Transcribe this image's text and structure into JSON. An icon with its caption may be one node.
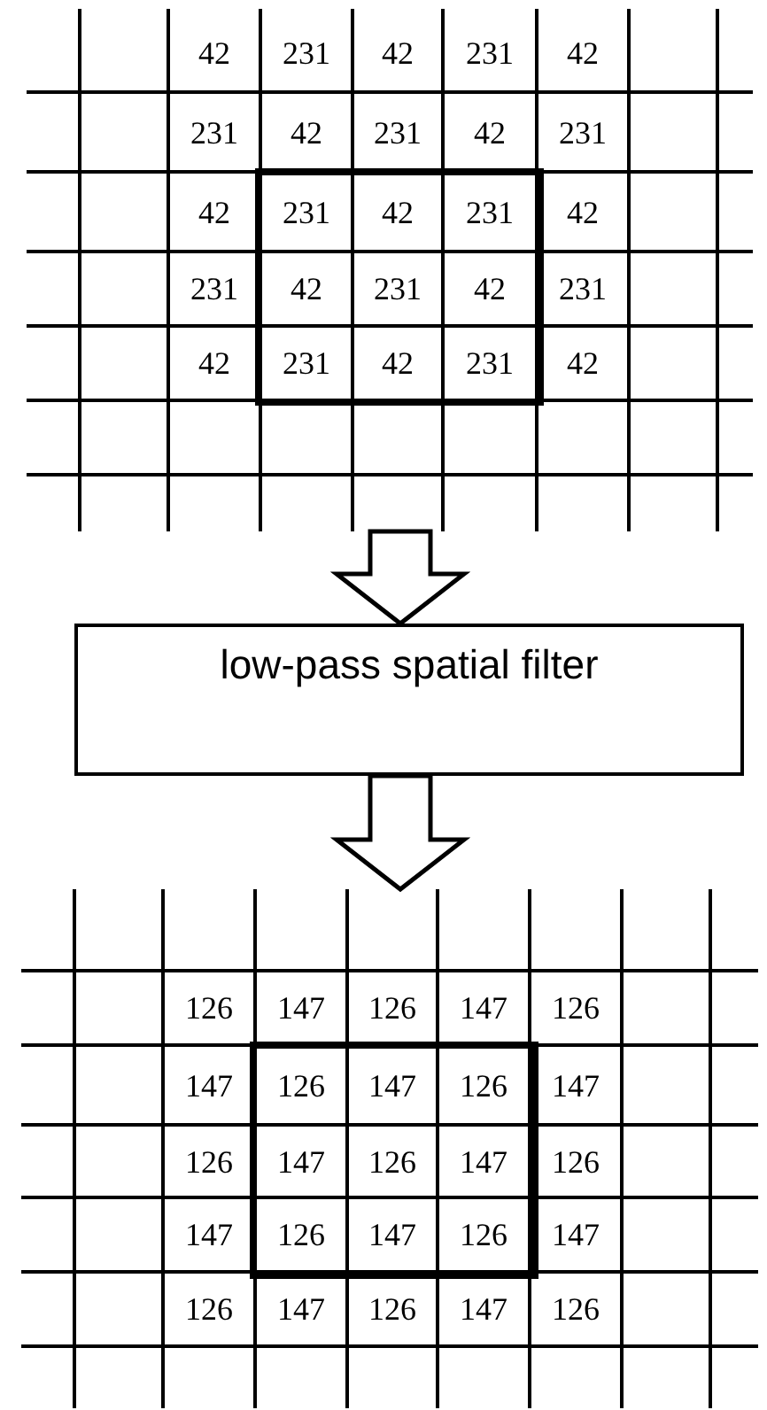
{
  "diagram": {
    "nodes": [
      {
        "text": [],
        "shape": "grid"
      },
      {
        "text": [
          "low-pass spatial filter"
        ]
      },
      {
        "text": [],
        "shape": "grid"
      }
    ],
    "edges": [
      {
        "from": 0,
        "to": 1,
        "arrow": "to"
      },
      {
        "from": 1,
        "to": 2,
        "arrow": "to"
      }
    ],
    "labels": [
      "42",
      "231",
      "42",
      "231",
      "42",
      "231",
      "42",
      "231",
      "42",
      "231",
      "42",
      "231",
      "42",
      "231",
      "42",
      "231",
      "42",
      "231",
      "42",
      "231",
      "42",
      "231",
      "42",
      "231",
      "42",
      "126",
      "147",
      "126",
      "147",
      "126",
      "147",
      "126",
      "147",
      "126",
      "147",
      "126",
      "147",
      "126",
      "147",
      "126",
      "147",
      "126",
      "147",
      "126",
      "147",
      "126",
      "147",
      "126",
      "147",
      "126"
    ]
  }
}
